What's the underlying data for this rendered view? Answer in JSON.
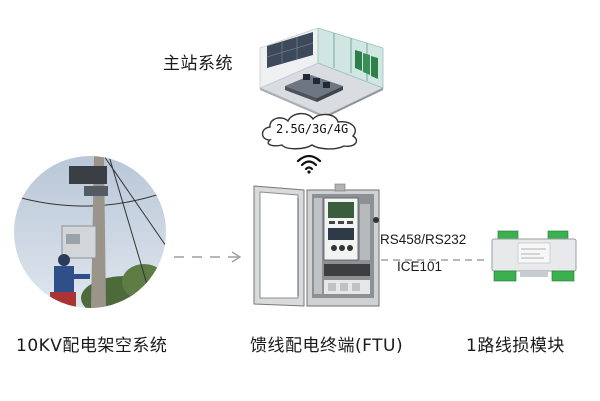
{
  "master_station": {
    "label": "主站系统"
  },
  "cloud": {
    "label": "2.5G/3G/4G"
  },
  "pole": {
    "label": "10KV配电架空系统"
  },
  "ftu": {
    "label": "馈线配电终端(FTU)"
  },
  "module": {
    "label": "1路线损模块"
  },
  "link": {
    "protocol_1": "RS458/RS232",
    "protocol_2": "ICE101"
  }
}
